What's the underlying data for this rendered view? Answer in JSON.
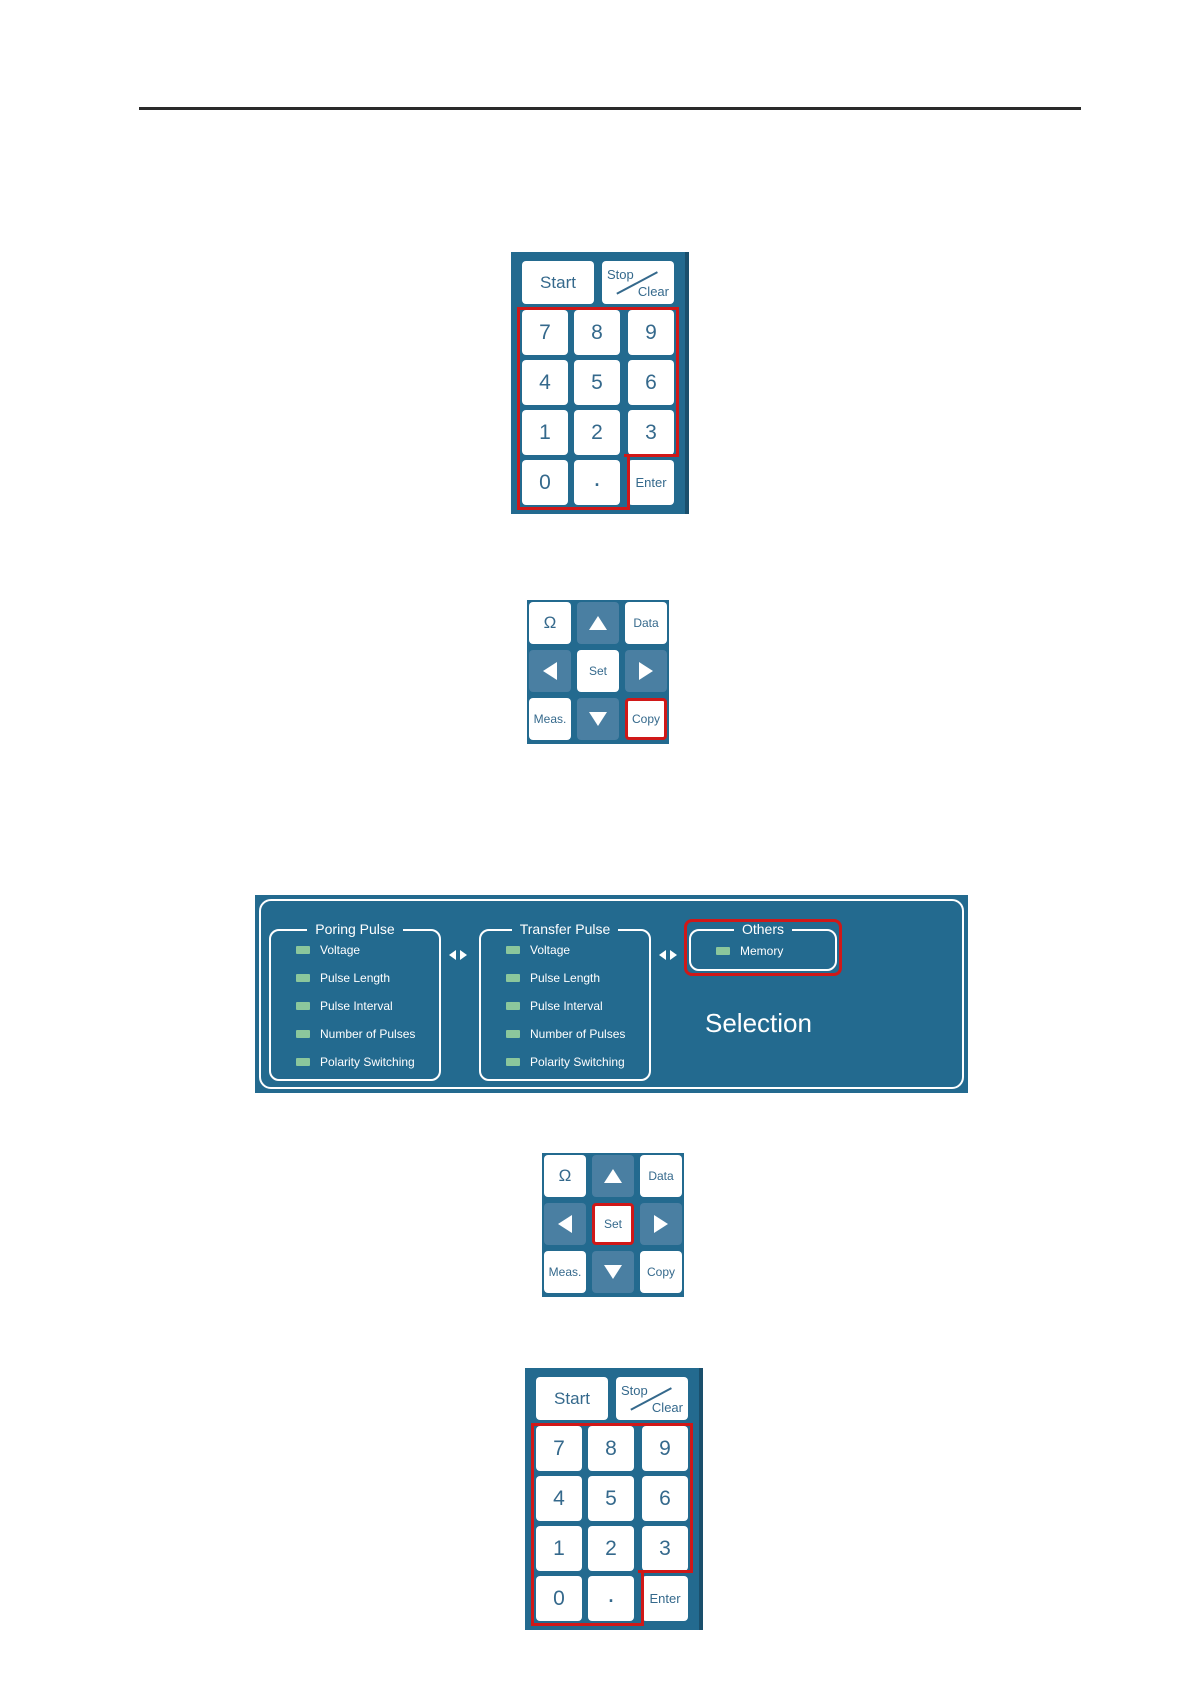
{
  "keypad": {
    "start": "Start",
    "stop": "Stop",
    "clear": "Clear",
    "keys": [
      "7",
      "8",
      "9",
      "4",
      "5",
      "6",
      "1",
      "2",
      "3",
      "0",
      "."
    ],
    "enter": "Enter"
  },
  "navpad": {
    "omega": "Ω",
    "data": "Data",
    "set": "Set",
    "meas": "Meas.",
    "copy": "Copy",
    "up_icon": "triangle-up-icon",
    "down_icon": "triangle-down-icon",
    "left_icon": "triangle-left-icon",
    "right_icon": "triangle-right-icon"
  },
  "selection": {
    "poring": {
      "title": "Poring Pulse",
      "items": [
        "Voltage",
        "Pulse Length",
        "Pulse Interval",
        "Number of Pulses",
        "Polarity Switching"
      ]
    },
    "transfer": {
      "title": "Transfer Pulse",
      "items": [
        "Voltage",
        "Pulse Length",
        "Pulse Interval",
        "Number of Pulses",
        "Polarity Switching"
      ]
    },
    "others": {
      "title": "Others",
      "items": [
        "Memory"
      ]
    },
    "label": "Selection"
  },
  "colors": {
    "panel_blue": "#236a8f",
    "button_blue": "#4a7fa2",
    "highlight_red": "#d01818",
    "led_green": "#8bc79c"
  }
}
